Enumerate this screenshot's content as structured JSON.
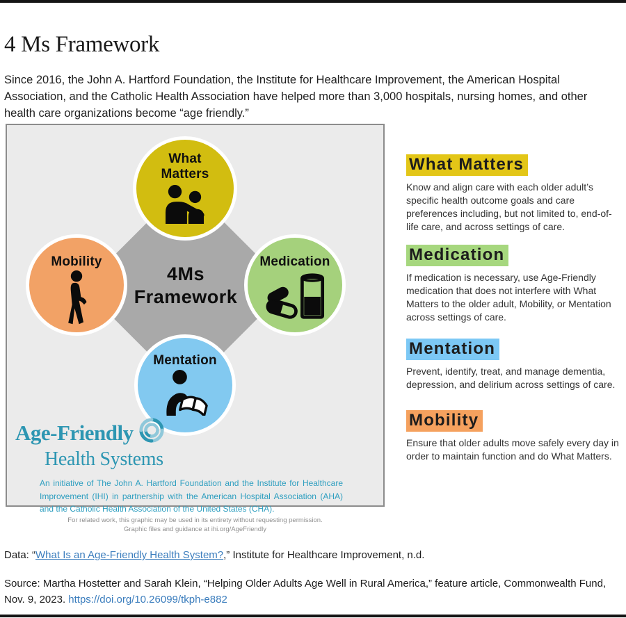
{
  "header": {
    "title": "4 Ms Framework",
    "intro": "Since 2016, the John A. Hartford Foundation, the Institute for Healthcare Improvement, the American Hospital Association, and the Catholic Health Association have helped more than 3,000 hospitals, nursing homes, and other health care organizations become “age friendly.”"
  },
  "colors": {
    "circle_yellow": "#d2bd10",
    "circle_orange": "#f2a266",
    "circle_green": "#a5d17c",
    "circle_blue": "#82c9f0",
    "center_gray": "#a9a9a9",
    "teal": "#2d96b2",
    "teal_note": "#2f9fc0",
    "link_blue": "#3b7dbd"
  },
  "diagram": {
    "center_line1": "4Ms",
    "center_line2": "Framework",
    "circles": {
      "what_matters": {
        "label": "What Matters",
        "icon": "caregiver-icon"
      },
      "mobility": {
        "label": "Mobility",
        "icon": "walking-person-icon"
      },
      "medication": {
        "label": "Medication",
        "icon": "pills-and-glass-icon"
      },
      "mentation": {
        "label": "Mentation",
        "icon": "person-reading-icon"
      }
    },
    "logo": {
      "line1": "Age-Friendly",
      "line2": "Health Systems",
      "icon": "swirl-logo-icon"
    },
    "initiative_note": "An initiative of The John A. Hartford Foundation and the Institute for Healthcare Improvement (IHI) in partnership with the American Hospital Association (AHA) and the Catholic Health Association of the United States (CHA).",
    "caption_line1": "For related work, this graphic may be used in its entirety without requesting permission.",
    "caption_line2": "Graphic files and guidance at ihi.org/AgeFriendly"
  },
  "sections": [
    {
      "heading": "What Matters",
      "highlight": "#e3c617",
      "body": "Know and align care with each older adult’s specific health outcome goals and care preferences including, but not limited to, end-of-life care, and across settings of care."
    },
    {
      "heading": "Medication",
      "highlight": "#a6d77e",
      "body": "If medication is necessary, use Age-Friendly medication that does not interfere with What Matters to the older adult, Mobility, or Mentation across settings of care."
    },
    {
      "heading": "Mentation",
      "highlight": "#7cc8f5",
      "body": "Prevent, identify, treat, and manage dementia, depression, and delirium across settings of care."
    },
    {
      "heading": "Mobility",
      "highlight": "#f5a15e",
      "body": "Ensure that older adults move safely every day in order to maintain function and do What Matters."
    }
  ],
  "footer": {
    "data_prefix": "Data: “",
    "data_link": "What Is an Age-Friendly Health System?",
    "data_suffix": ",” Institute for Healthcare Improvement, n.d.",
    "source_text": "Source: Martha Hostetter and Sarah Klein, “Helping Older Adults Age Well in Rural America,” feature article, Commonwealth Fund, Nov. 9, 2023. ",
    "source_link": "https://doi.org/10.26099/tkph-e882"
  }
}
